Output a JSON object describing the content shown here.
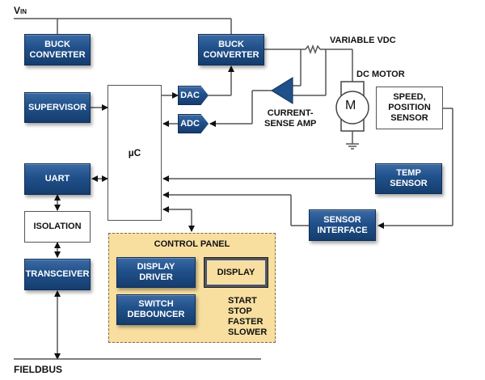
{
  "title": "Motor control system block diagram",
  "rails": {
    "vin": {
      "label_main": "V",
      "label_sub": "IN"
    },
    "fieldbus": "FIELDBUS",
    "variable_vdc": "VARIABLE VDC"
  },
  "blocks": {
    "buck_converter_1": [
      "BUCK",
      "CONVERTER"
    ],
    "buck_converter_2": [
      "BUCK",
      "CONVERTER"
    ],
    "supervisor": "SUPERVISOR",
    "uart": "UART",
    "isolation": "ISOLATION",
    "transceiver": "TRANSCEIVER",
    "microcontroller": "µC",
    "dac": "DAC",
    "adc": "ADC",
    "current_sense_amp": [
      "CURRENT-",
      "SENSE AMP"
    ],
    "dc_motor_label": "DC MOTOR",
    "motor_symbol": "M",
    "speed_position_sensor": [
      "SPEED,",
      "POSITION",
      "SENSOR"
    ],
    "temp_sensor": [
      "TEMP",
      "SENSOR"
    ],
    "sensor_interface": [
      "SENSOR",
      "INTERFACE"
    ]
  },
  "control_panel": {
    "title": "CONTROL PANEL",
    "display_driver": [
      "DISPLAY",
      "DRIVER"
    ],
    "display": "DISPLAY",
    "switch_debouncer": [
      "SWITCH",
      "DEBOUNCER"
    ],
    "switches": [
      "START",
      "STOP",
      "FASTER",
      "SLOWER"
    ]
  },
  "colors": {
    "block_blue": "#20508a",
    "panel_fill": "#f8dfa0",
    "wire": "#444444"
  }
}
